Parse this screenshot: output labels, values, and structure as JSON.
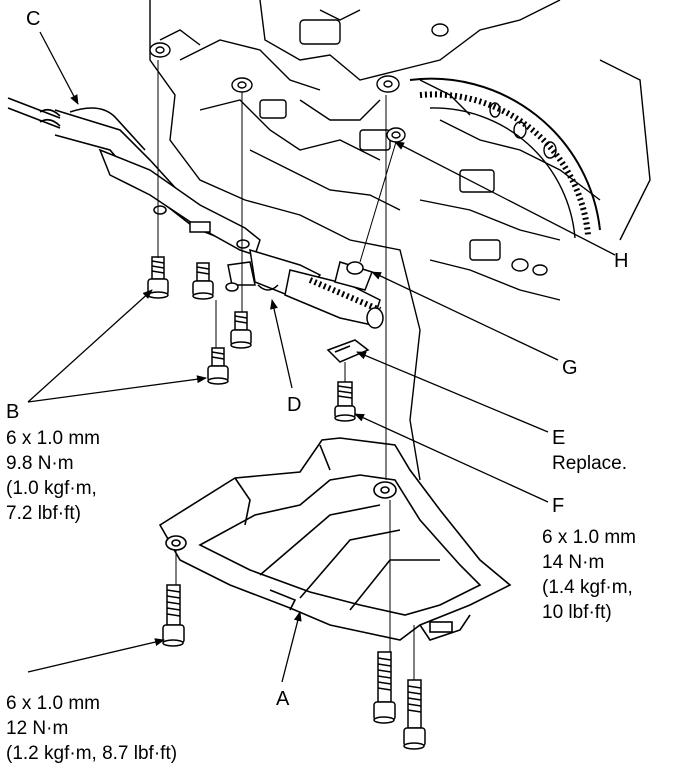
{
  "callouts": {
    "A": "A",
    "B": "B",
    "C": "C",
    "D": "D",
    "E": "E",
    "F": "F",
    "G": "G",
    "H": "H"
  },
  "specs": {
    "B": {
      "size": "6 x 1.0 mm",
      "torque_nm": "9.8 N·m",
      "torque_kgf": "(1.0 kgf·m,",
      "torque_lbf": "7.2 lbf·ft)"
    },
    "E": {
      "note": "Replace."
    },
    "F": {
      "size": "6 x 1.0 mm",
      "torque_nm": "14 N·m",
      "torque_kgf": "(1.4 kgf·m,",
      "torque_lbf": "10 lbf·ft)"
    },
    "A": {
      "size": "6 x 1.0 mm",
      "torque_nm": "12 N·m",
      "torque_full": "(1.2 kgf·m, 8.7 lbf·ft)"
    }
  },
  "colors": {
    "line": "#000000",
    "shade": "#bdbdbd",
    "background": "#ffffff"
  }
}
